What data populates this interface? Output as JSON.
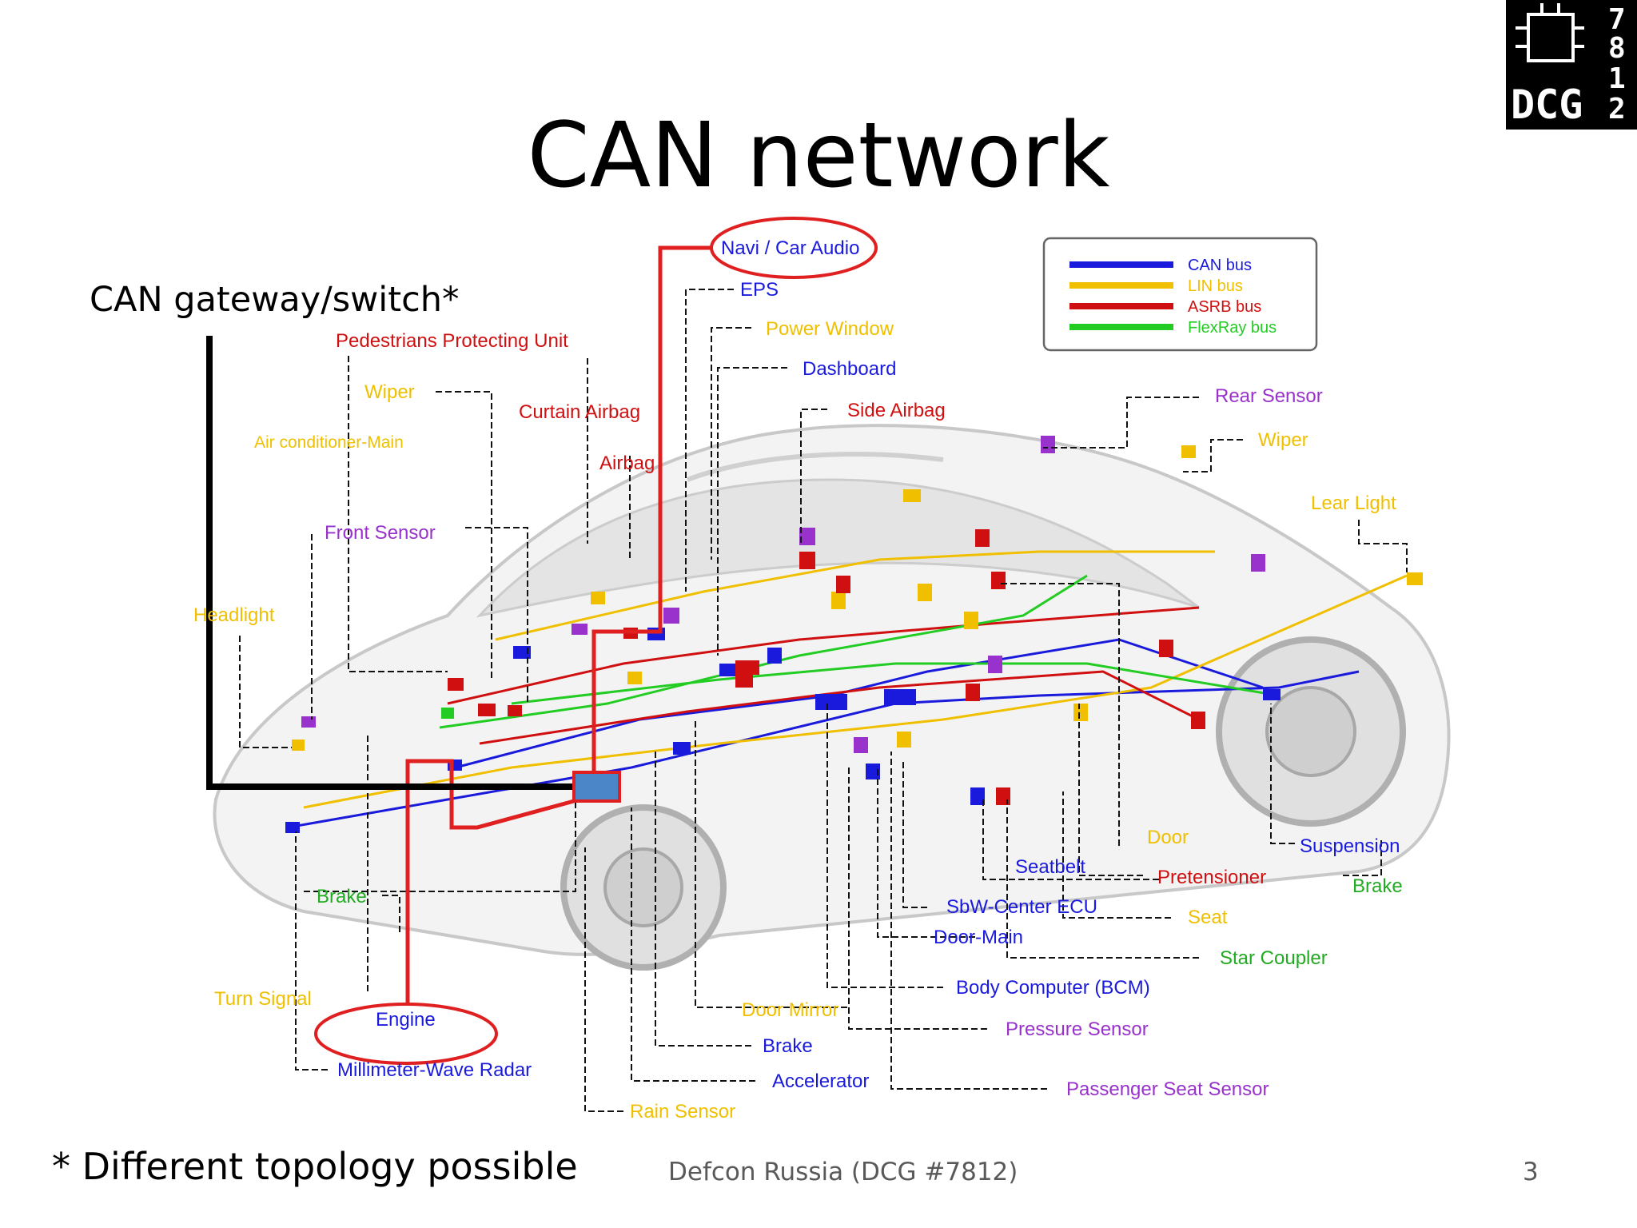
{
  "slide": {
    "title": "CAN network",
    "gateway_note": "CAN gateway/switch*",
    "topology_note": "* Different topology possible",
    "footer": "Defcon Russia (DCG #7812)",
    "page_number": "3"
  },
  "logo": {
    "text": "DCG",
    "digits": [
      "7",
      "8",
      "1",
      "2"
    ]
  },
  "legend": [
    {
      "label": "CAN bus",
      "color": "#1a1adc"
    },
    {
      "label": "LIN bus",
      "color": "#f0c000"
    },
    {
      "label": "ASRB bus",
      "color": "#d01010"
    },
    {
      "label": "FlexRay bus",
      "color": "#22cc22"
    }
  ],
  "highlight_color": "#e02020",
  "gateway_color": "#4a86c8",
  "components": [
    {
      "label": "Navi / Car Audio",
      "color": "#1a1adc"
    },
    {
      "label": "EPS",
      "color": "#1a1adc"
    },
    {
      "label": "Power Window",
      "color": "#f0c000"
    },
    {
      "label": "Dashboard",
      "color": "#1a1adc"
    },
    {
      "label": "Side Airbag",
      "color": "#d01010"
    },
    {
      "label": "Pedestrians Protecting Unit",
      "color": "#d01010"
    },
    {
      "label": "Wiper",
      "color": "#f0c000"
    },
    {
      "label": "Curtain Airbag",
      "color": "#d01010"
    },
    {
      "label": "Air conditioner-Main",
      "color": "#f0c000"
    },
    {
      "label": "Airbag",
      "color": "#d01010"
    },
    {
      "label": "Front Sensor",
      "color": "#9932cc"
    },
    {
      "label": "Headlight",
      "color": "#f0c000"
    },
    {
      "label": "Rear Sensor",
      "color": "#9932cc"
    },
    {
      "label": "Wiper",
      "color": "#f0c000"
    },
    {
      "label": "Lear Light",
      "color": "#f0c000"
    },
    {
      "label": "Door",
      "color": "#f0c000"
    },
    {
      "label": "Suspension",
      "color": "#1a1adc"
    },
    {
      "label": "Seatbelt",
      "color": "#1a1adc"
    },
    {
      "label": "Pretensioner",
      "color": "#d01010"
    },
    {
      "label": "Brake",
      "color": "#22aa22"
    },
    {
      "label": "SbW-Center ECU",
      "color": "#1a1adc"
    },
    {
      "label": "Seat",
      "color": "#f0c000"
    },
    {
      "label": "Door-Main",
      "color": "#1a1adc"
    },
    {
      "label": "Star Coupler",
      "color": "#22aa22"
    },
    {
      "label": "Brake",
      "color": "#22aa22"
    },
    {
      "label": "Body Computer (BCM)",
      "color": "#1a1adc"
    },
    {
      "label": "Turn Signal",
      "color": "#f0c000"
    },
    {
      "label": "Door Mirror",
      "color": "#f0c000"
    },
    {
      "label": "Engine",
      "color": "#1a1adc"
    },
    {
      "label": "Brake",
      "color": "#1a1adc"
    },
    {
      "label": "Pressure Sensor",
      "color": "#9932cc"
    },
    {
      "label": "Millimeter-Wave Radar",
      "color": "#1a1adc"
    },
    {
      "label": "Accelerator",
      "color": "#1a1adc"
    },
    {
      "label": "Passenger Seat Sensor",
      "color": "#9932cc"
    },
    {
      "label": "Rain Sensor",
      "color": "#f0c000"
    }
  ]
}
